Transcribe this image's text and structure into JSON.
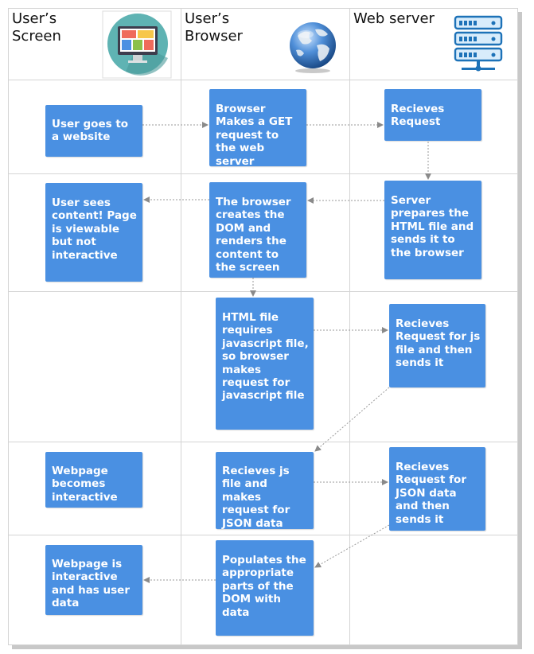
{
  "columns": {
    "screen": "User’s\nScreen",
    "browser": "User’s\nBrowser",
    "server": "Web server"
  },
  "icons": {
    "screen": "monitor-dashboard-icon",
    "browser": "globe-icon",
    "server": "server-rack-icon"
  },
  "boxes": {
    "s1": "User goes to a website",
    "b1": "Browser Makes a GET request to the web server",
    "w1": "Recieves Request",
    "w2": "Server prepares the HTML file and sends it to the browser",
    "b2": "The browser creates the DOM and renders the content to the screen",
    "s2": "User sees content! Page is viewable but not interactive",
    "b3": "HTML file requires javascript file, so browser makes request for javascript file",
    "w3": "Recieves Request for js file and then sends it",
    "s4": "Webpage becomes interactive",
    "b4": "Recieves js file and makes request for JSON data",
    "w4": "Recieves Request for JSON data and then sends it",
    "b5": "Populates the appropriate parts of the DOM with data",
    "s5": "Webpage is interactive and has user data"
  },
  "colors": {
    "box_fill": "#4a90e2",
    "box_text": "#ffffff",
    "grid": "#d4d4d4",
    "arrow": "#9a9a9a"
  }
}
